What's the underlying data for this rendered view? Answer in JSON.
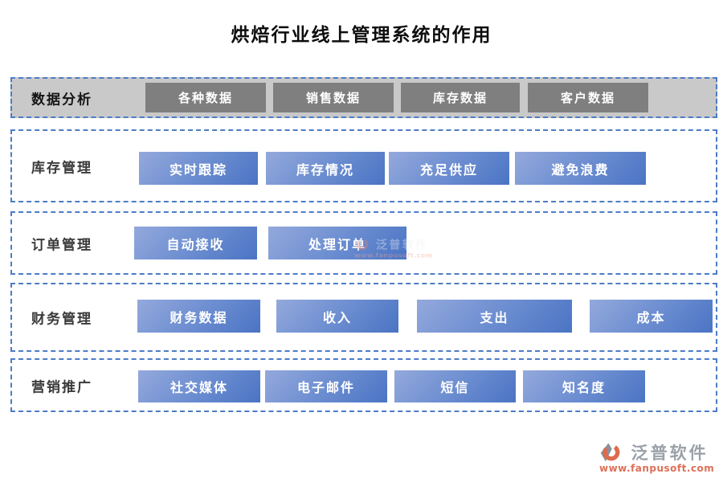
{
  "page": {
    "title": "烘焙行业线上管理系统的作用"
  },
  "rows": [
    {
      "label": "数据分析",
      "theme": "gray",
      "buttons": [
        {
          "label": "各种数据"
        },
        {
          "label": "销售数据"
        },
        {
          "label": "库存数据"
        },
        {
          "label": "客户数据"
        }
      ]
    },
    {
      "label": "库存管理",
      "theme": "blue",
      "buttons": [
        {
          "label": "实时跟踪"
        },
        {
          "label": "库存情况"
        },
        {
          "label": "充足供应"
        },
        {
          "label": "避免浪费"
        }
      ]
    },
    {
      "label": "订单管理",
      "theme": "blue",
      "buttons": [
        {
          "label": "自动接收"
        },
        {
          "label": "处理订单"
        }
      ]
    },
    {
      "label": "财务管理",
      "theme": "blue",
      "buttons": [
        {
          "label": "财务数据"
        },
        {
          "label": "收入"
        },
        {
          "label": "支出"
        },
        {
          "label": "成本"
        }
      ]
    },
    {
      "label": "营销推广",
      "theme": "blue",
      "buttons": [
        {
          "label": "社交媒体"
        },
        {
          "label": "电子邮件"
        },
        {
          "label": "短信"
        },
        {
          "label": "知名度"
        }
      ]
    }
  ],
  "watermark": {
    "brand": "泛普软件",
    "url": "www.fanpusoft.com"
  },
  "colors": {
    "accent_blue": "#4a74c4",
    "button_gradient_start": "#94a9dc",
    "button_gradient_end": "#4a74c4",
    "gray_row_bg": "#c9c9c9",
    "gray_button": "#7f7f7f",
    "dashed_border": "#4d7cc7",
    "brand_gray": "#9aa1a9",
    "brand_orange": "#dd7058"
  }
}
